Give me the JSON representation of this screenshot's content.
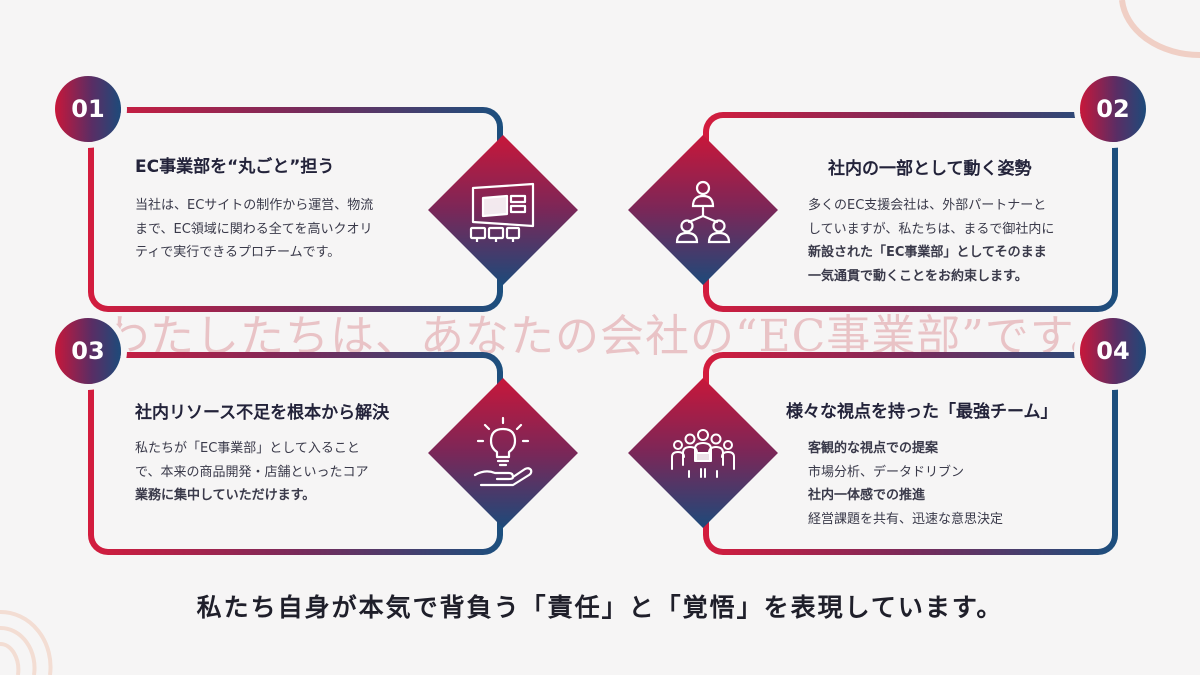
{
  "watermark": "わたしたちは、あなたの会社の“EC事業部”です。",
  "cards": [
    {
      "number": "01",
      "title": "EC事業部を“丸ごと”担う",
      "icon": "monitor-layout-icon",
      "lines": [
        "当社は、ECサイトの制作から運営、物流",
        "まで、EC領域に関わる全てを高いクオリ",
        "ティで実行できるプロチームです。"
      ]
    },
    {
      "number": "02",
      "title": "社内の一部として動く姿勢",
      "icon": "team-structure-icon",
      "lines": [
        "多くのEC支援会社は、外部パートナーと",
        "していますが、私たちは、まるで御社内に",
        "新設された「EC事業部」としてそのまま",
        "一気通貫で動くことをお約束します。"
      ]
    },
    {
      "number": "03",
      "title": "社内リソース不足を根本から解決",
      "icon": "lightbulb-hand-icon",
      "lines": [
        "私たちが「EC事業部」として入ること",
        "で、本来の商品開発・店舗といったコア",
        "業務に集中していただけます。"
      ]
    },
    {
      "number": "04",
      "title": "様々な視点を持った「最強チーム」",
      "icon": "group-people-icon",
      "lines": [
        "客観的な視点での提案",
        "市場分析、データドリブン",
        "社内一体感での推進",
        "経営課題を共有、迅速な意思決定"
      ]
    }
  ],
  "footer": "私たち自身が本気で背負う「責任」と「覚悟」を表現しています。",
  "colors": {
    "red": "#d41c3d",
    "purple": "#7a2758",
    "blue": "#1b4f7e",
    "background": "#f6f5f5"
  }
}
